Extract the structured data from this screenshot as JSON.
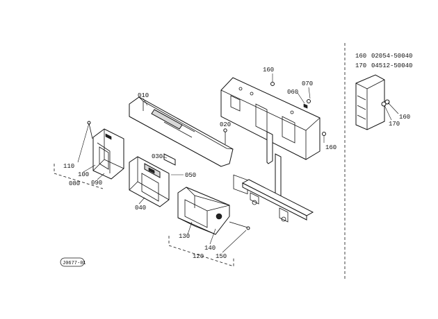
{
  "diagram": {
    "callouts": {
      "c010": "010",
      "c020": "020",
      "c030": "030",
      "c040": "040",
      "c050": "050",
      "c060": "060",
      "c070": "070",
      "c080": "080",
      "c090": "090",
      "c100": "100",
      "c110": "110",
      "c120": "120",
      "c130": "130",
      "c140": "140",
      "c150": "150",
      "c160a": "160",
      "c160b": "160",
      "c160c": "160",
      "c170": "170"
    },
    "reference_table": [
      {
        "ref": "160",
        "part_no": "02054-50040"
      },
      {
        "ref": "170",
        "part_no": "04512-50040"
      }
    ],
    "figure_code": "J0677-01"
  }
}
